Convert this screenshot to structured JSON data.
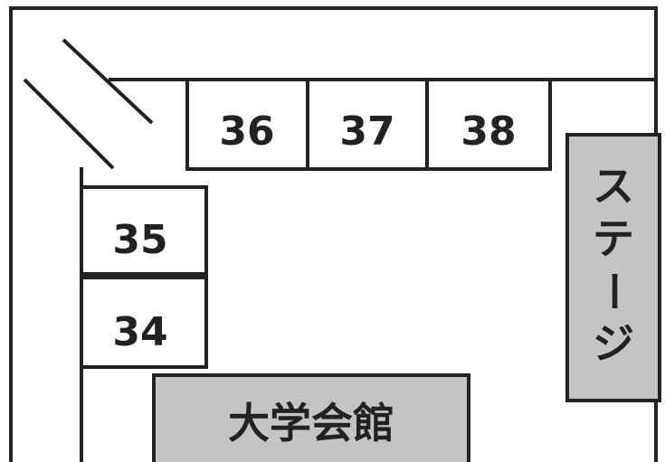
{
  "booths": [
    {
      "id": "booth-36",
      "label": "36"
    },
    {
      "id": "booth-37",
      "label": "37"
    },
    {
      "id": "booth-38",
      "label": "38"
    },
    {
      "id": "booth-35",
      "label": "35"
    },
    {
      "id": "booth-34",
      "label": "34"
    }
  ],
  "buildings": {
    "student_hall": "大学会館",
    "stage": [
      "ス",
      "テ",
      "ー",
      "ジ"
    ]
  },
  "colors": {
    "line": "#222222",
    "booth_fill": "#ffffff",
    "building_fill": "#c4c4c4"
  }
}
